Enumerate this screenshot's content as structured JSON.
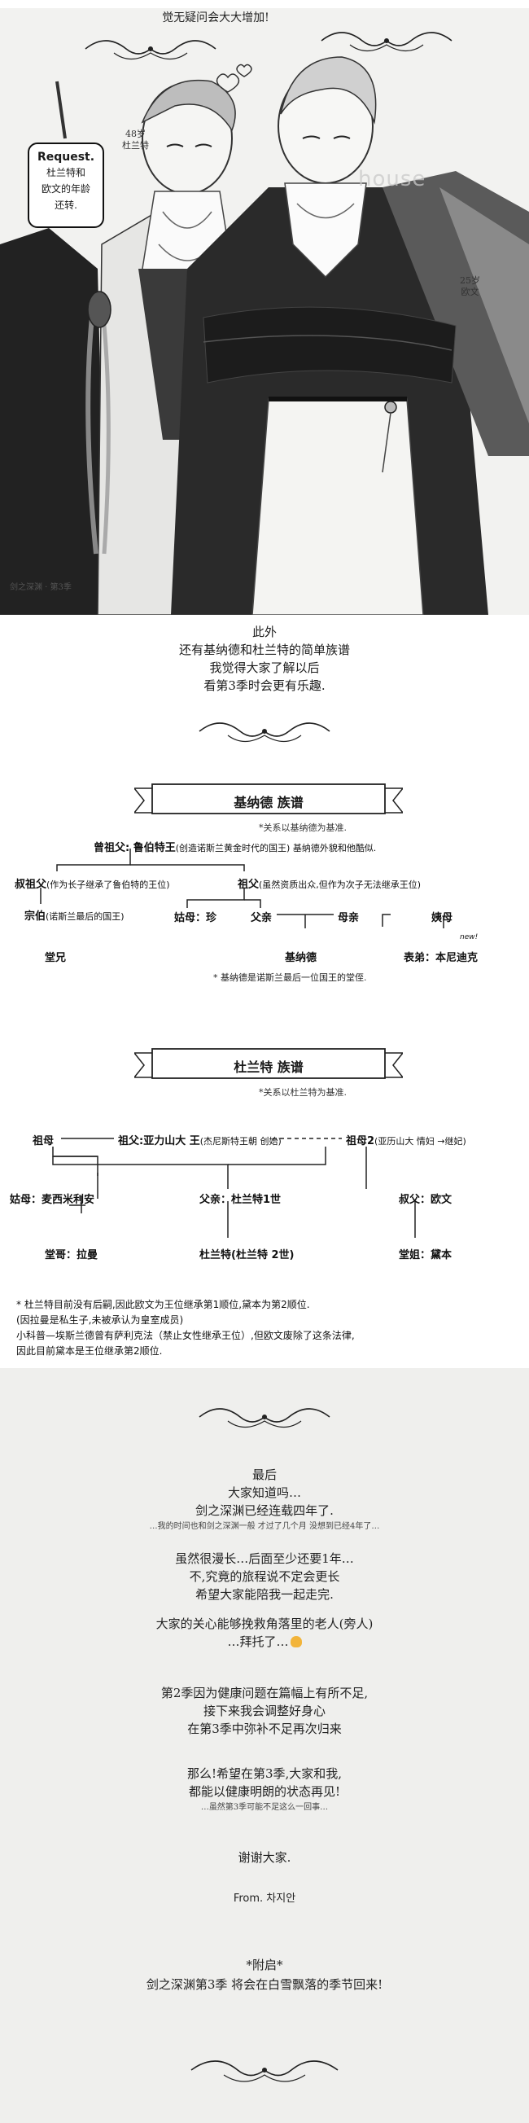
{
  "illustration": {
    "top_caption": "觉无疑问会大大增加!",
    "note_card": {
      "title": "Request.",
      "lines": [
        "杜兰特和",
        "欧文的年龄",
        "还转."
      ]
    },
    "age_left": [
      "48岁",
      "杜兰特"
    ],
    "age_right": [
      "25岁",
      "欧文"
    ],
    "watermark": "house",
    "credit": "剑之深渊 · 第3季"
  },
  "intro": {
    "lines": [
      "此外",
      "还有基纳德和杜兰特的简单族谱",
      "我觉得大家了解以后",
      "看第3季时会更有乐趣."
    ]
  },
  "kinard_tree": {
    "banner": "基纳德 族谱",
    "note": "*关系以基纳德为基准.",
    "great_grandfather": {
      "label": "曾祖父: 鲁伯特王",
      "desc": "(创造诺斯兰黄金时代的国王) 基纳德外貌和他酷似."
    },
    "great_uncle": {
      "label": "叔祖父",
      "desc": "(作为长子继承了鲁伯特的王位)"
    },
    "grandfather": {
      "label": "祖父",
      "desc": "(虽然资质出众,但作为次子无法继承王位)"
    },
    "zongbo": {
      "label": "宗伯",
      "desc": "(诺斯兰最后的国王)"
    },
    "aunt": "姑母：珍",
    "father": "父亲",
    "mother": "母亲",
    "aunt2": "姨母",
    "new_badge": "new!",
    "cousin": "堂兄",
    "self": "基纳德",
    "cousin2": "表弟：本尼迪克",
    "footnote": "* 基纳德是诺斯兰最后一位国王的堂侄."
  },
  "durant_tree": {
    "banner": "杜兰特 族谱",
    "note": "*关系以杜兰特为基准.",
    "grandmother": "祖母",
    "grandfather": {
      "label": "祖父:亚力山大 王",
      "desc": "(杰尼斯特王朝 创始)"
    },
    "grandmother2": {
      "label": "祖母2",
      "desc": "(亚历山大 情妇 →继妃)"
    },
    "aunt": "姑母：麦西米利安",
    "father": "父亲：杜兰特1世",
    "uncle": "叔父：欧文",
    "cousin": "堂哥：拉曼",
    "self": "杜兰特(杜兰特 2世)",
    "cousin2": "堂姐：黛本"
  },
  "succession_notes": [
    "* 杜兰特目前没有后嗣,因此欧文为王位继承第1顺位,黛本为第2顺位.",
    "(因拉曼是私生子,未被承认为皇室成员)",
    "小科普—埃斯兰德曾有萨利克法（禁止女性继承王位）,但欧文废除了这条法律,",
    "因此目前黛本是王位继承第2顺位."
  ],
  "closing": {
    "block1": [
      "最后",
      "大家知道吗…",
      "剑之深渊已经连载四年了."
    ],
    "block1_small": "…我的时间也和剑之深渊一般 才过了几个月 没想到已经4年了…",
    "block2": [
      "虽然很漫长…后面至少还要1年…",
      "不,究竟的旅程说不定会更长",
      "希望大家能陪我一起走完."
    ],
    "block3": [
      "大家的关心能够挽救角落里的老人(旁人)",
      "…拜托了…"
    ],
    "block4": [
      "第2季因为健康问题在篇幅上有所不足,",
      "接下来我会调整好身心",
      "在第3季中弥补不足再次归来"
    ],
    "block5": [
      "那么!希望在第3季,大家和我,",
      "都能以健康明朗的状态再见!"
    ],
    "block5_small": "…虽然第3季可能不足这么一回事…",
    "thanks": "谢谢大家.",
    "from": "From. 차지안",
    "appendix_title": "*附启*",
    "appendix": "剑之深渊第3季 将会在白雪飘落的季节回来!"
  }
}
